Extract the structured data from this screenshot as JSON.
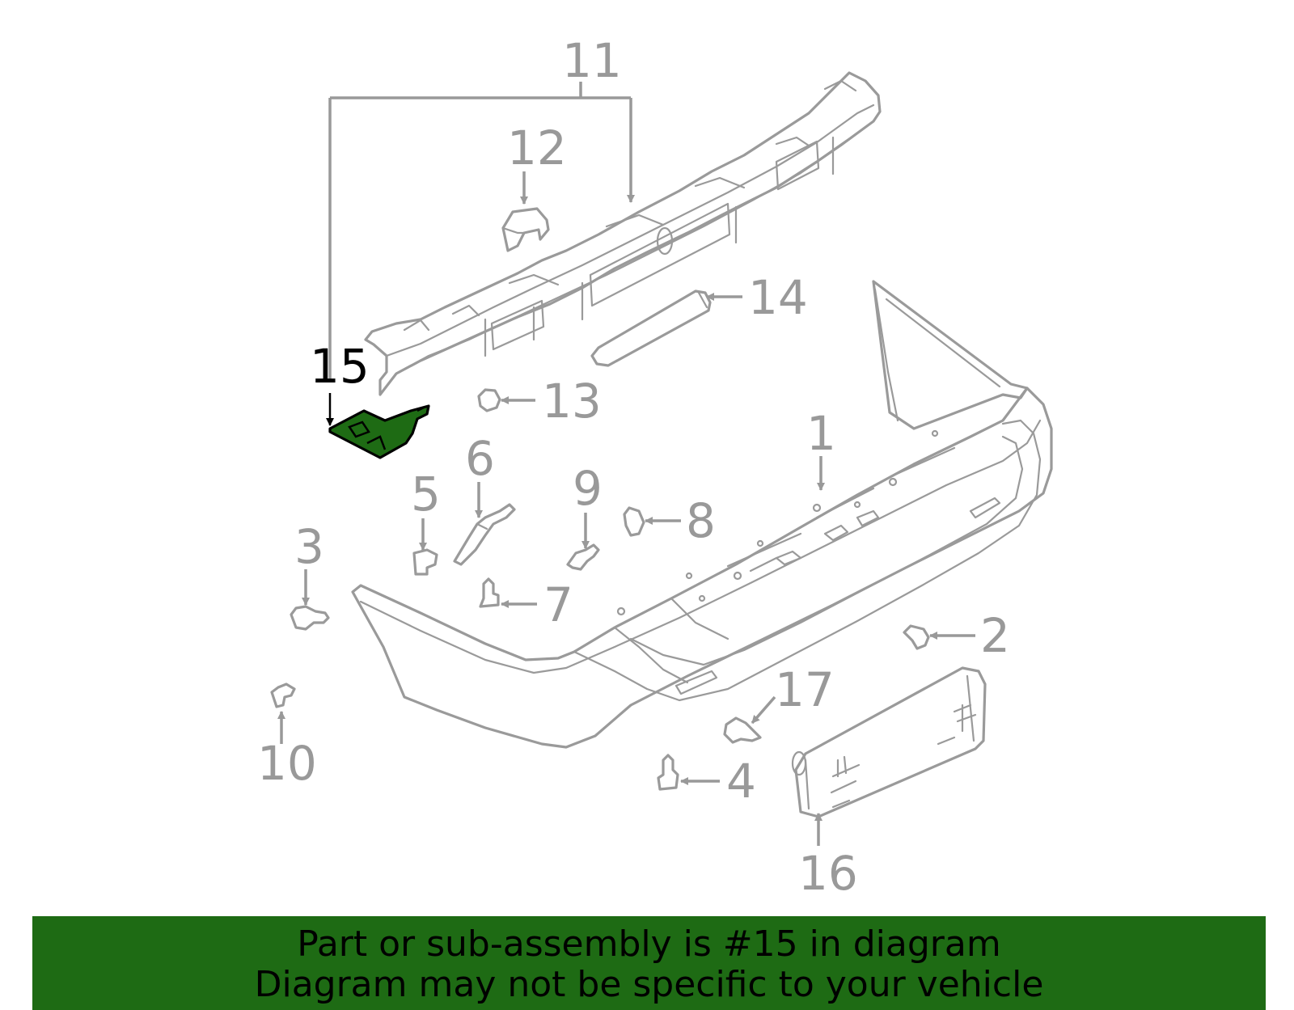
{
  "callouts": {
    "c1": "1",
    "c2": "2",
    "c3": "3",
    "c4": "4",
    "c5": "5",
    "c6": "6",
    "c7": "7",
    "c8": "8",
    "c9": "9",
    "c10": "10",
    "c11": "11",
    "c12": "12",
    "c13": "13",
    "c14": "14",
    "c15": "15",
    "c16": "16",
    "c17": "17"
  },
  "highlighted_part": "15",
  "colors": {
    "highlight": "#1e6b14",
    "line_art": "#9a9a9a",
    "banner": "#1e6b14"
  },
  "banner": {
    "line1": "Part or sub-assembly is #15 in diagram",
    "line2": "Diagram may not be specific to your vehicle"
  }
}
